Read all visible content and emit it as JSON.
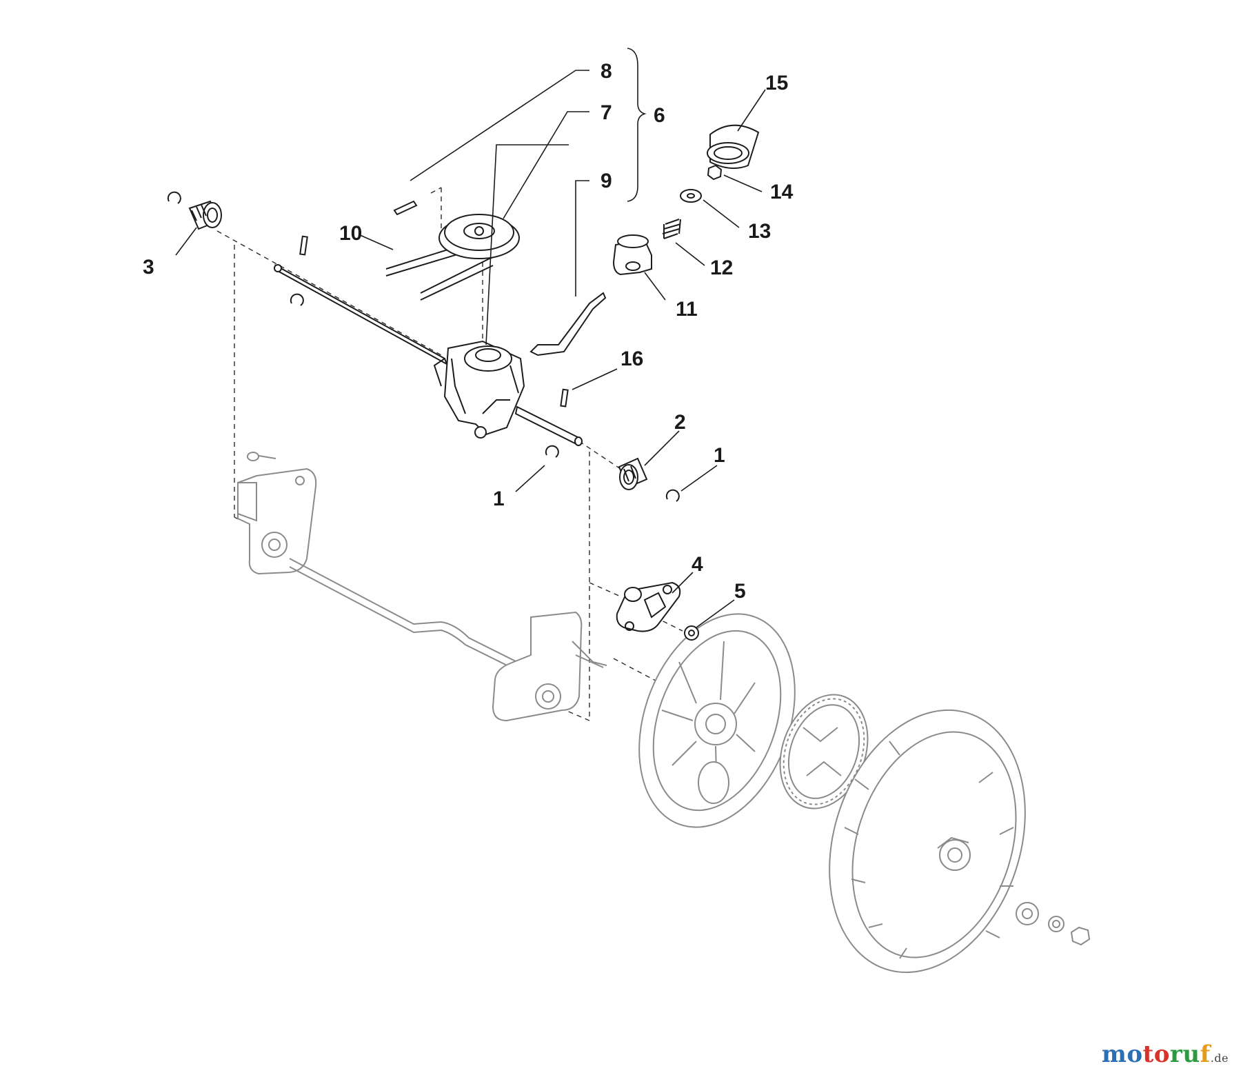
{
  "callouts": {
    "c1a": "1",
    "c1b": "1",
    "c2": "2",
    "c3": "3",
    "c4": "4",
    "c5": "5",
    "c6": "6",
    "c7": "7",
    "c8": "8",
    "c9": "9",
    "c10": "10",
    "c11": "11",
    "c12": "12",
    "c13": "13",
    "c14": "14",
    "c15": "15",
    "c16": "16"
  },
  "brand": {
    "p1": "mo",
    "p2": "to",
    "p3": "ru",
    "p4": "f",
    "suffix": ".de"
  },
  "colors": {
    "ink": "#1a1a1a",
    "ghost": "#8a8a8a",
    "brand_blue": "#2c6fb5",
    "brand_red": "#d9322b",
    "brand_green": "#2e9a3f",
    "brand_orange": "#e79b1b"
  }
}
